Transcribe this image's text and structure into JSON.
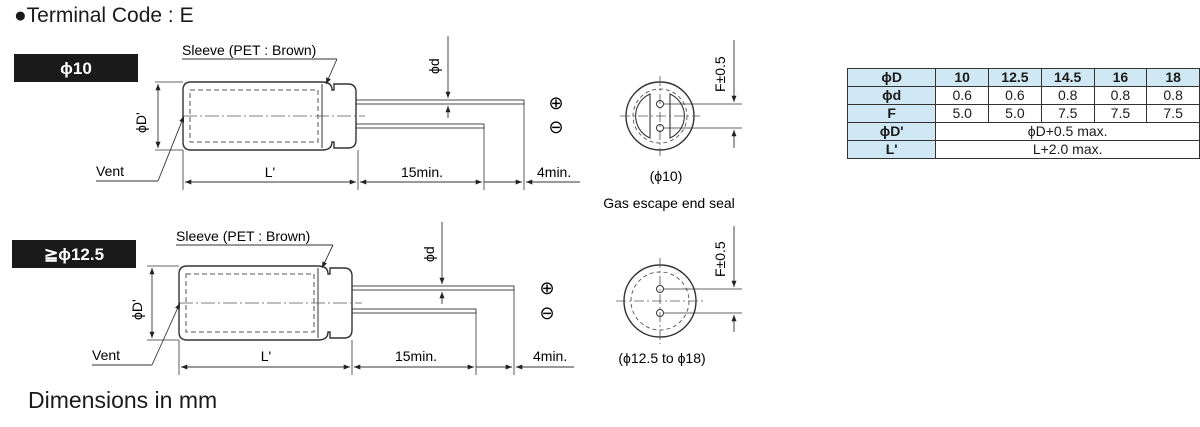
{
  "title": "●Terminal Code : E",
  "footer_note": "Dimensions in mm",
  "top_drawing": {
    "badge": "ϕ10",
    "sleeve_label": "Sleeve (PET : Brown)",
    "diameter_label": "ϕD'",
    "lead_diameter_label": "ϕd",
    "vent_label": "Vent",
    "length_label": "L'",
    "lead_length_label": "15min.",
    "offset_label": "4min.",
    "plus_symbol": "⊕",
    "minus_symbol": "⊖",
    "pitch_label": "F±0.5",
    "end_view_caption": "(ϕ10)",
    "seal_caption": "Gas escape end seal"
  },
  "bottom_drawing": {
    "badge": "≧ϕ12.5",
    "sleeve_label": "Sleeve (PET : Brown)",
    "diameter_label": "ϕD'",
    "lead_diameter_label": "ϕd",
    "vent_label": "Vent",
    "length_label": "L'",
    "lead_length_label": "15min.",
    "offset_label": "4min.",
    "plus_symbol": "⊕",
    "minus_symbol": "⊖",
    "pitch_label": "F±0.5",
    "end_view_caption": "(ϕ12.5 to ϕ18)"
  },
  "table": {
    "header": "ϕD",
    "columns": [
      "10",
      "12.5",
      "14.5",
      "16",
      "18"
    ],
    "rows": [
      {
        "label": "ϕd",
        "values": [
          "0.6",
          "0.6",
          "0.8",
          "0.8",
          "0.8"
        ]
      },
      {
        "label": "F",
        "values": [
          "5.0",
          "5.0",
          "7.5",
          "7.5",
          "7.5"
        ]
      }
    ],
    "span_rows": [
      {
        "label": "ϕD'",
        "value": "ϕD+0.5 max."
      },
      {
        "label": "L'",
        "value": "L+2.0 max."
      }
    ]
  }
}
